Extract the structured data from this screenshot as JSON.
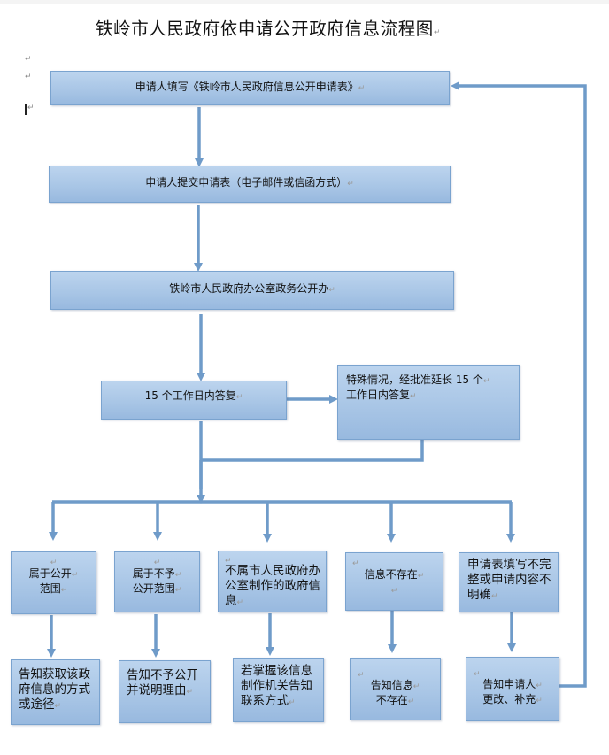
{
  "title": "铁岭市人民政府依申请公开政府信息流程图",
  "paragraph_mark": "↵",
  "colors": {
    "box_fill_top": "#bcd4ee",
    "box_fill_bottom": "#98b9df",
    "box_border": "#7aa3cf",
    "connector": "#6f9bc9"
  },
  "steps": {
    "fill_form": "申请人填写《铁岭市人民政府信息公开申请表》",
    "submit_form": "申请人提交申请表（电子邮件或信函方式）",
    "office": "铁岭市人民政府办公室政务公开办",
    "reply_15_days": "15 个工作日内答复",
    "extension": {
      "line1": "特殊情况，经批准延长 15 个",
      "line2": "工作日内答复"
    }
  },
  "categories": [
    {
      "lines": [
        "属于公开",
        "范围"
      ]
    },
    {
      "lines": [
        "属于不予",
        "公开范围"
      ]
    },
    {
      "lines": [
        "不属市人民政府办",
        "公室制作的政府信",
        "息"
      ]
    },
    {
      "lines": [
        "信息不存在"
      ]
    },
    {
      "lines": [
        "申请表填写不完",
        "整或申请内容不",
        "明确"
      ]
    }
  ],
  "outcomes": [
    {
      "lines": [
        "告知获取该政",
        "府信息的方式",
        "或途径"
      ]
    },
    {
      "lines": [
        "告知不予公开",
        "并说明理由"
      ]
    },
    {
      "lines": [
        "若掌握该信息",
        "制作机关告知",
        "联系方式"
      ]
    },
    {
      "lines": [
        "告知信息",
        "不存在"
      ]
    },
    {
      "lines": [
        "告知申请人",
        "更改、补充"
      ]
    }
  ]
}
